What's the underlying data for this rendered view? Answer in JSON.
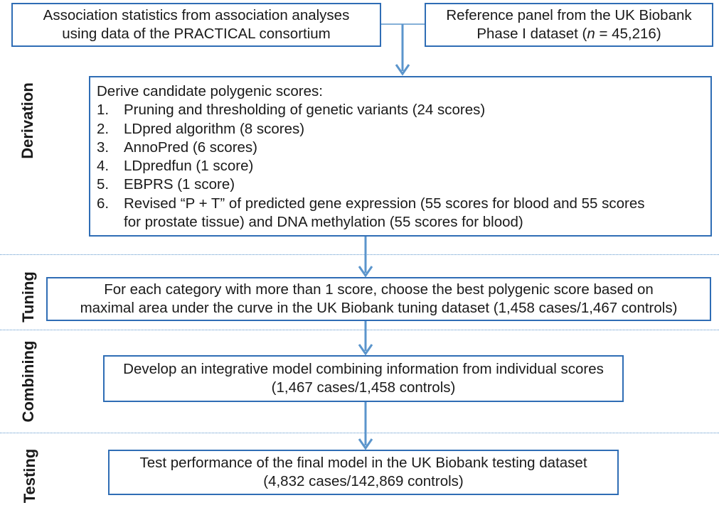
{
  "colors": {
    "box_border": "#2f6db5",
    "arrow": "#5b95cc",
    "divider": "#5b95cc",
    "text": "#1a1a1a"
  },
  "inputs": {
    "association_lines": [
      "Association statistics from association analyses",
      "using data of the PRACTICAL consortium"
    ],
    "reference_line1": "Reference panel from the UK Biobank",
    "reference_line2_prefix": "Phase I dataset (",
    "reference_n": "n",
    "reference_line2_suffix": " = 45,216)"
  },
  "stages": {
    "derivation": "Derivation",
    "tuning": "Tuning",
    "combining": "Combining",
    "testing": "Testing"
  },
  "derivation": {
    "heading": "Derive candidate polygenic scores:",
    "items": [
      {
        "num": "1.",
        "text": "Pruning and thresholding of genetic variants (24 scores)"
      },
      {
        "num": "2.",
        "text": "LDpred algorithm (8 scores)"
      },
      {
        "num": "3.",
        "text": "AnnoPred (6 scores)"
      },
      {
        "num": "4.",
        "text": "LDpredfun (1 score)"
      },
      {
        "num": "5.",
        "text": "EBPRS (1 score)"
      },
      {
        "num": "6.",
        "text": "Revised “P + T” of predicted gene expression (55 scores for blood and 55 scores"
      },
      {
        "num": "",
        "text": "for prostate tissue) and DNA methylation (55 scores for blood)"
      }
    ]
  },
  "tuning": {
    "lines": [
      "For each category with more than 1 score, choose the best polygenic score based on",
      "maximal area under the curve in the UK Biobank tuning dataset (1,458 cases/1,467 controls)"
    ]
  },
  "combining": {
    "lines": [
      "Develop an integrative model combining information from individual scores",
      "(1,467 cases/1,458 controls)"
    ]
  },
  "testing": {
    "lines": [
      "Test performance of the final model in the UK Biobank testing dataset",
      "(4,832 cases/142,869 controls)"
    ]
  }
}
